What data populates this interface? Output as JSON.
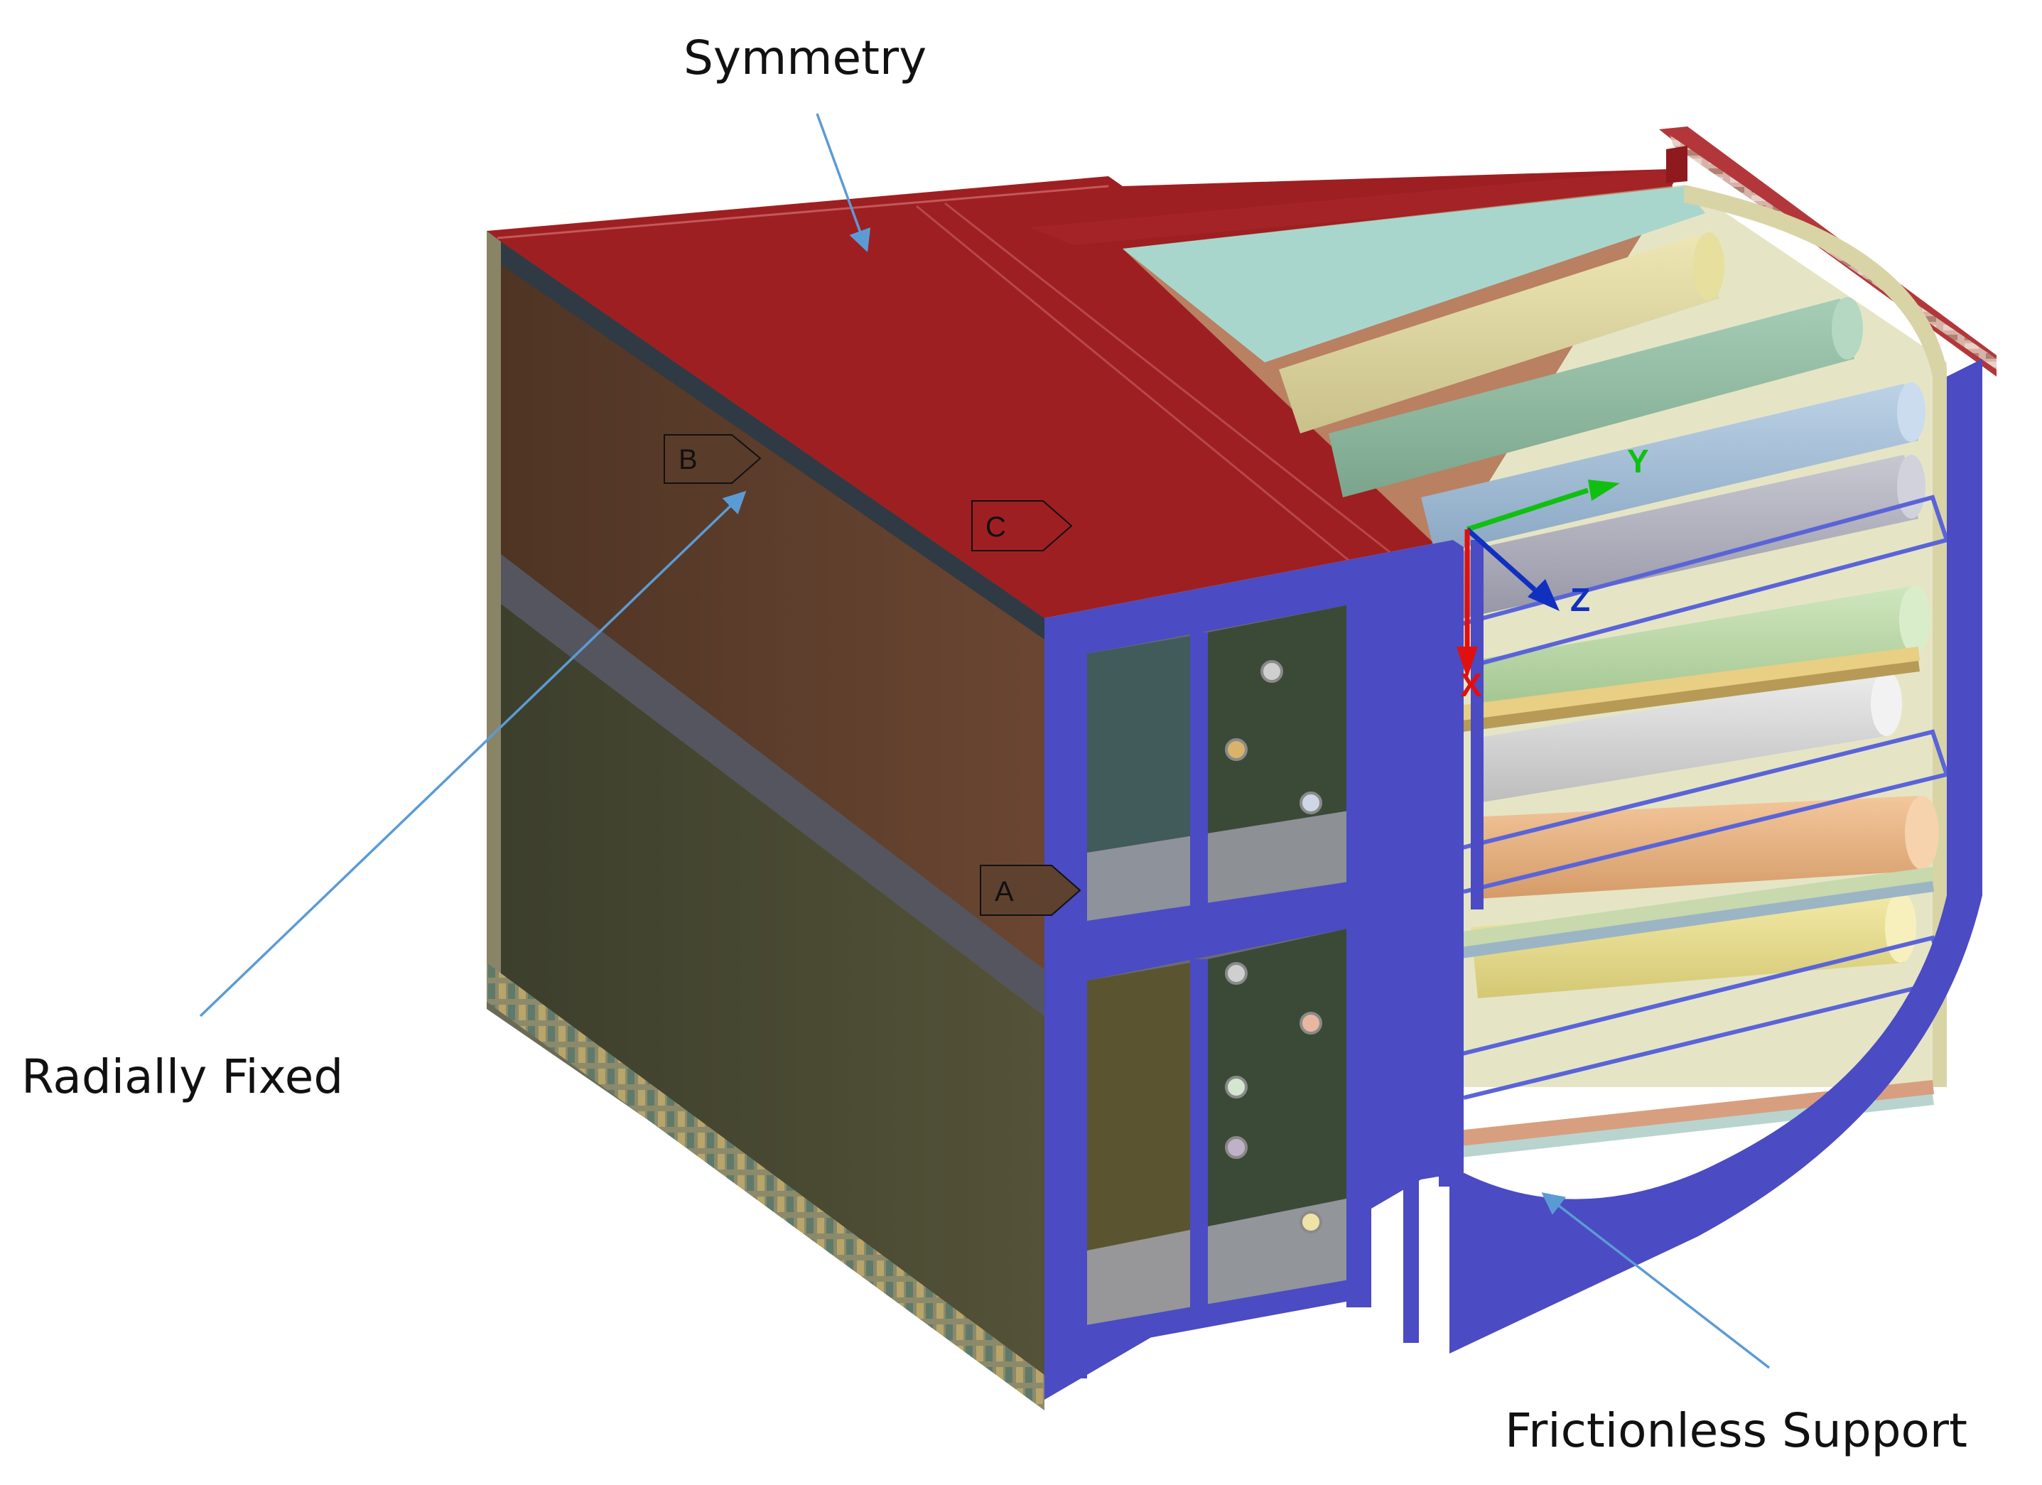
{
  "callouts": {
    "symmetry": "Symmetry",
    "radially_fixed": "Radially Fixed",
    "frictionless_support": "Frictionless Support"
  },
  "tags": {
    "a": "A",
    "b": "B",
    "c": "C"
  },
  "axes": {
    "x": "X",
    "y": "Y",
    "z": "Z"
  },
  "colors": {
    "symmetry_face": "#9e1f22",
    "frictionless_face": "#4b4bc3",
    "side_upper": "#62412e",
    "side_lower": "#4a4a35",
    "glass": "#a9d6cc",
    "callout_arrow": "#5b9bd5",
    "axis_x": "#e01010",
    "axis_y": "#10c010",
    "axis_z": "#1030c0"
  }
}
